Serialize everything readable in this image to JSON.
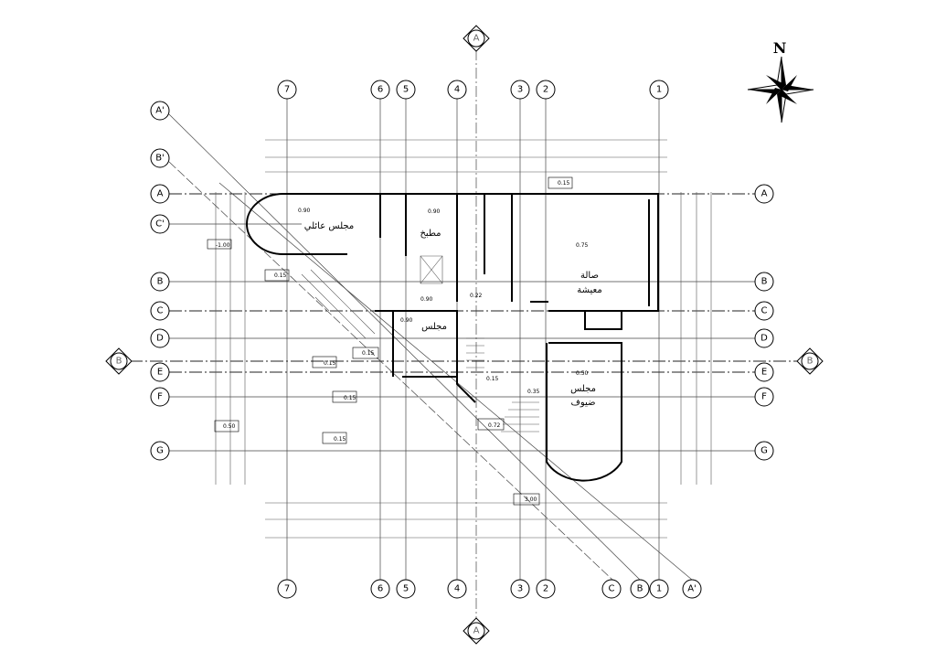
{
  "north_label": "N",
  "section_markers": {
    "a": "A",
    "b": "B"
  },
  "columns": [
    "7",
    "6",
    "5",
    "4",
    "3",
    "2",
    "1"
  ],
  "bottom_diagonal_labels": [
    "C",
    "B",
    "A'"
  ],
  "rows_left": [
    "A'",
    "B'",
    "A",
    "C'",
    "B",
    "C",
    "D",
    "E",
    "F",
    "G"
  ],
  "rows_right": [
    "A",
    "B",
    "C",
    "D",
    "E",
    "F",
    "G"
  ],
  "rooms": {
    "family_majlis": "مجلس عائلي",
    "kitchen": "مطبخ",
    "living_line1": "صالة",
    "living_line2": "معيشة",
    "womens_majlis": "مجلس",
    "guest_line1": "مجلس",
    "guest_line2": "ضيوف"
  },
  "levels": {
    "family_majlis": "0.90",
    "kitchen": "0.90",
    "living": "0.75",
    "top_tag": "0.15",
    "hall": "0.90",
    "wc": "0.22",
    "majlis2": "0.90",
    "stair_landing": "0.15",
    "left_tag1": "0.15",
    "left_tag2": "0.15",
    "left_tag3": "0.15",
    "left_tag4": "0.15",
    "outer_left": "-1.00",
    "outer_left2": "0.50",
    "guest": "0.50",
    "stair": "0.35",
    "stair_tag": "0.72",
    "bottom_tag": "3.00",
    "entry": "0.15"
  }
}
